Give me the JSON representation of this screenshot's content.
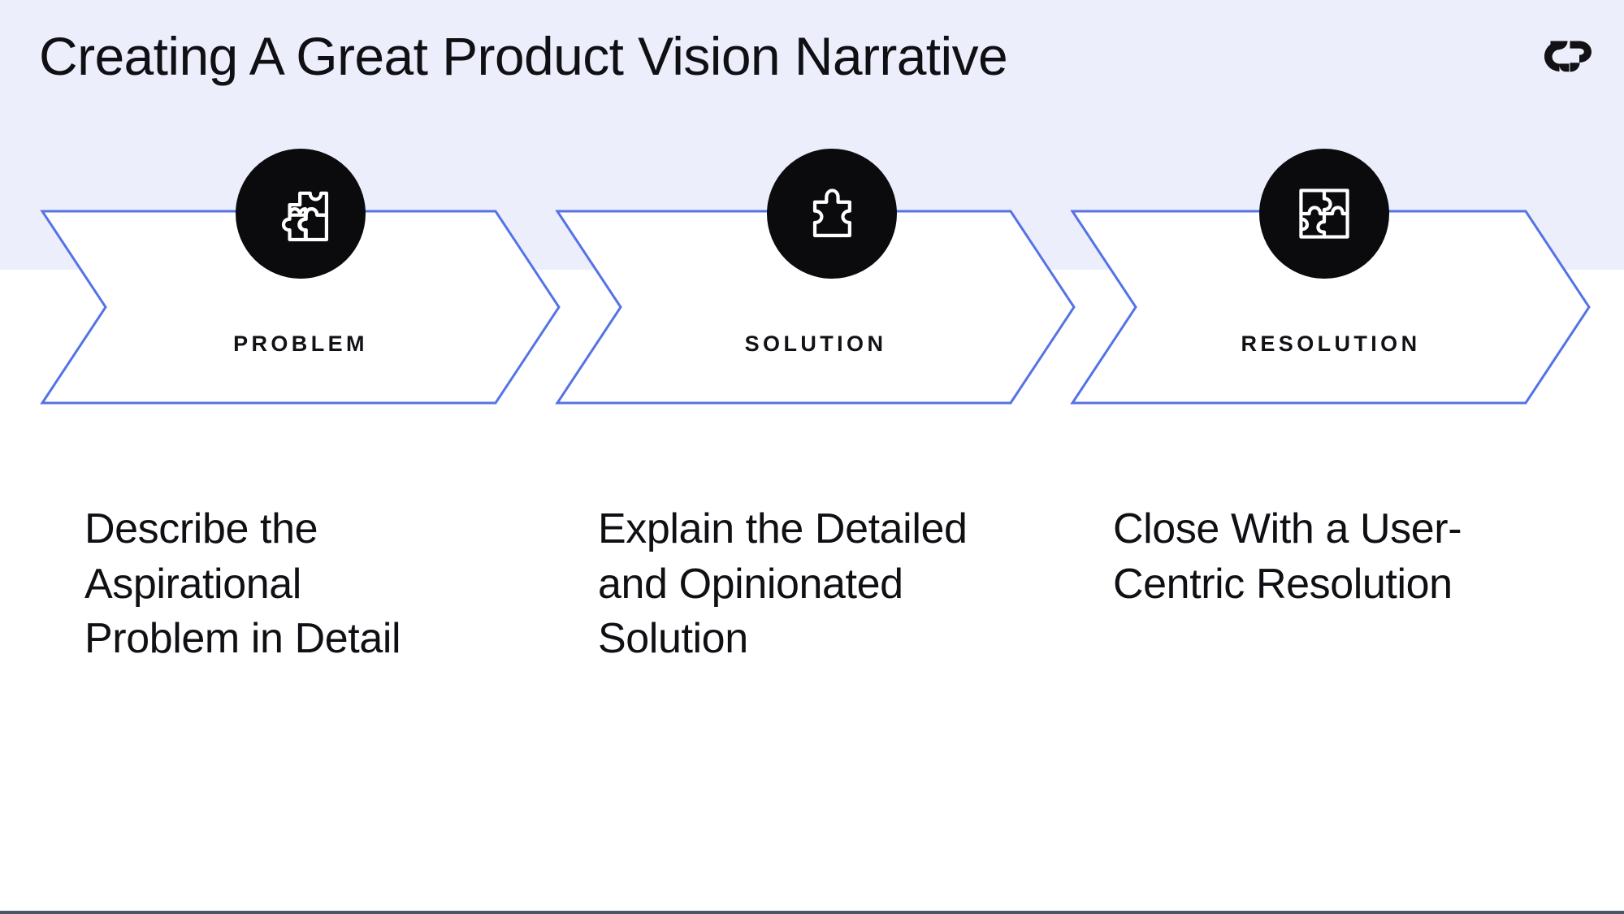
{
  "slide": {
    "title": "Creating A Great Product Vision Narrative",
    "brand_logo_name": "double-chevron-r-logo",
    "colors": {
      "band_background": "#eceefc",
      "page_background": "#ffffff",
      "chevron_stroke": "#5573e6",
      "icon_badge_fill": "#0b0b0e",
      "text": "#101014",
      "bottom_rule": "#4a5663"
    }
  },
  "stages": [
    {
      "label": "PROBLEM",
      "icon": "puzzle-three-pieces-icon",
      "description": "Describe the Aspirational Problem in Detail"
    },
    {
      "label": "SOLUTION",
      "icon": "puzzle-single-piece-icon",
      "description": "Explain the Detailed and Opinionated Solution"
    },
    {
      "label": "RESOLUTION",
      "icon": "puzzle-four-pieces-complete-icon",
      "description": "Close With a User-Centric Resolution"
    }
  ]
}
